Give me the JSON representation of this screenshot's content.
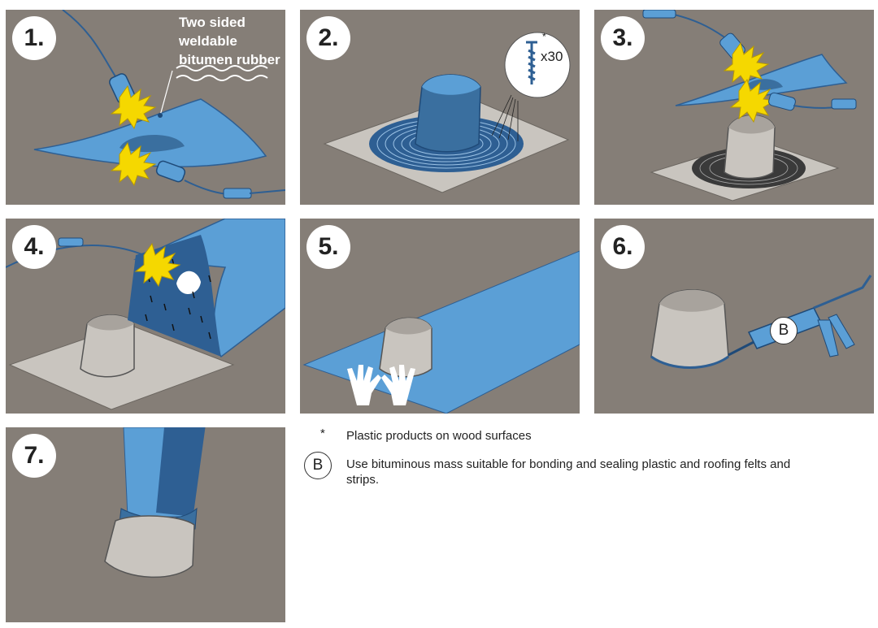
{
  "steps": [
    {
      "number": "1."
    },
    {
      "number": "2."
    },
    {
      "number": "3."
    },
    {
      "number": "4."
    },
    {
      "number": "5."
    },
    {
      "number": "6."
    },
    {
      "number": "7."
    }
  ],
  "step1": {
    "label_line1": "Two sided",
    "label_line2": "weldable",
    "label_line3": "bitumen rubber"
  },
  "step2": {
    "screw_star": "*",
    "screw_count": "x30"
  },
  "step6": {
    "marker": "B"
  },
  "legend": {
    "star_symbol": "*",
    "star_text": "Plastic products on wood surfaces",
    "b_symbol": "B",
    "b_text_line1": "Use bituminous mass suitable for bonding and sealing plastic and roofing felts and",
    "b_text_line2": "strips."
  },
  "colors": {
    "panel_bg": "#857e77",
    "membrane_blue": "#5b9fd6",
    "membrane_dark": "#2e5f93",
    "flame_yellow": "#f5d800",
    "base_grey": "#c9c5bf"
  }
}
